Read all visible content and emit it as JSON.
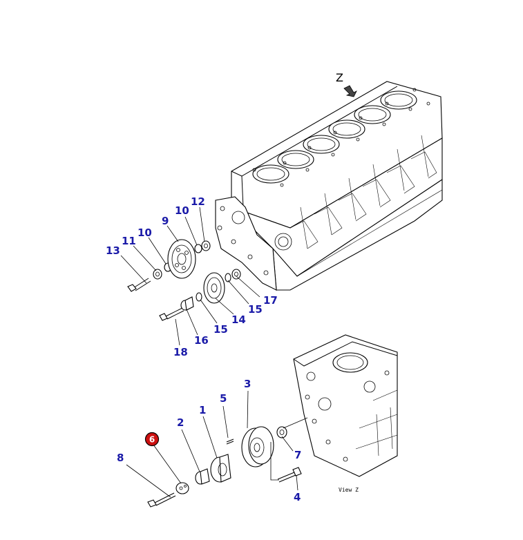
{
  "diagram": {
    "view_marker": "Z",
    "view_caption": "View Z",
    "highlight_color": "#cc1111",
    "callout_color": "#1a1aa8",
    "callouts": {
      "c1": "1",
      "c2": "2",
      "c3": "3",
      "c4": "4",
      "c5": "5",
      "c6": "6",
      "c7": "7",
      "c8": "8",
      "c9": "9",
      "c10a": "10",
      "c10b": "10",
      "c11": "11",
      "c12": "12",
      "c13": "13",
      "c14": "14",
      "c15a": "15",
      "c15b": "15",
      "c16": "16",
      "c17": "17",
      "c18": "18"
    }
  }
}
